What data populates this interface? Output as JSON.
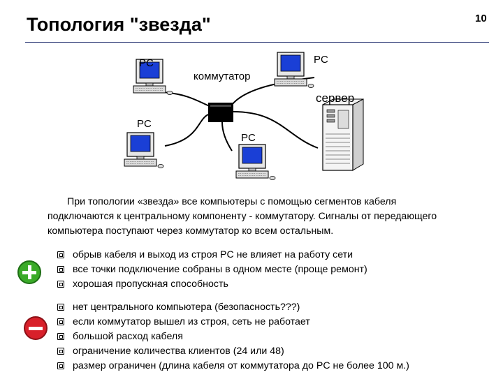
{
  "slide": {
    "title": "Топология \"звезда\"",
    "page_number": "10"
  },
  "diagram": {
    "pc_label": "PC",
    "switch_label": "коммутатор",
    "server_label": "сервер"
  },
  "paragraph": {
    "line1": "При топологии «звезда» все компьютеры с помощью сегментов кабеля",
    "line2": "подключаются к центральному компоненту - коммутатору. Сигналы от передающего",
    "line3": "компьютера поступают через коммутатор ко всем остальным."
  },
  "advantages": [
    "обрыв кабеля и выход из строя PC не влияет на работу сети",
    "все точки подключение собраны в одном месте (проще ремонт)",
    "хорошая пропускная способность"
  ],
  "disadvantages": [
    "нет центрального компьютера (безопасность???)",
    "если коммутатор вышел из строя, сеть не работает",
    "большой расход кабеля",
    "ограничение количества клиентов (24 или 48)",
    "размер ограничен (длина кабеля от коммутатора до PC не более 100 м.)"
  ],
  "icons": {
    "advantages": "plus-icon",
    "disadvantages": "minus-icon",
    "bullet": "checkbox-bullet-icon"
  },
  "colors": {
    "screen": "#1a3fd6",
    "plus": "#3aaa28",
    "minus": "#d8202a",
    "title_rule": "#1c2a6b"
  }
}
